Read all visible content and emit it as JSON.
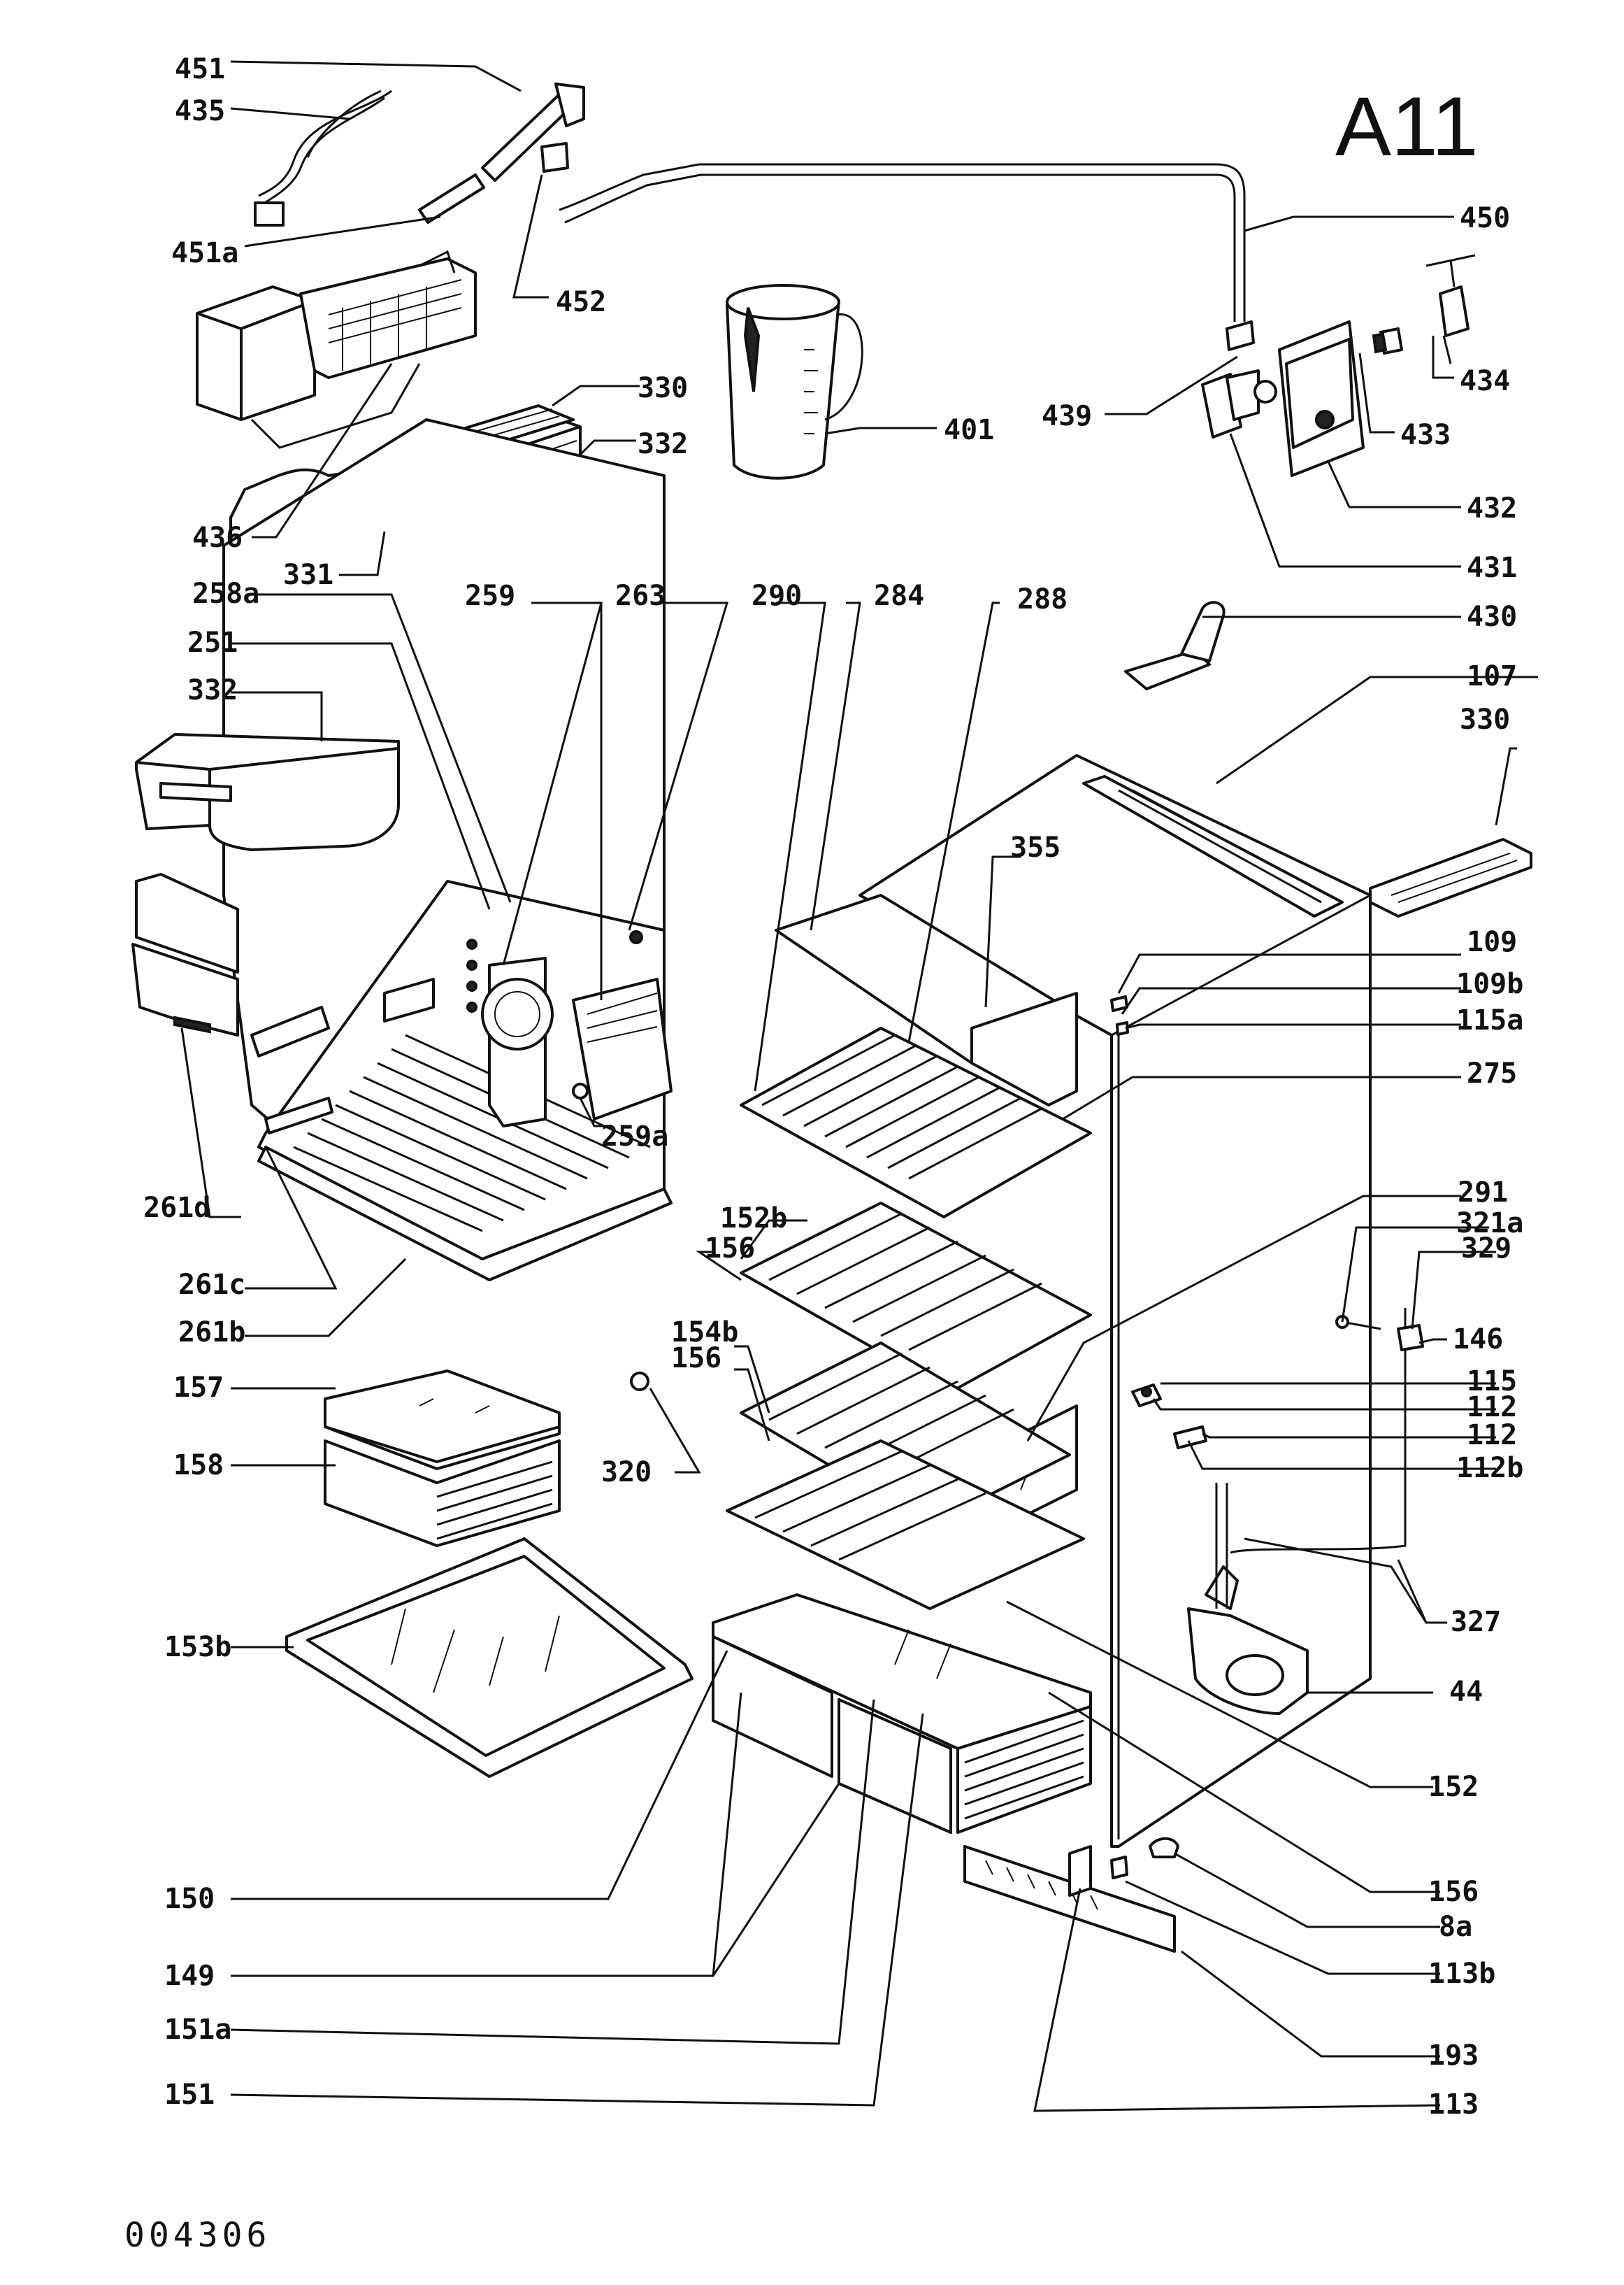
{
  "sheet_id": "A11",
  "document_number": "004306",
  "callouts": {
    "c451": "451",
    "c435": "435",
    "c451a": "451a",
    "c452": "452",
    "c450": "450",
    "c434": "434",
    "c439": "439",
    "c433": "433",
    "c401": "401",
    "c330a": "330",
    "c332a": "332",
    "c436": "436",
    "c331": "331",
    "c432": "432",
    "c431": "431",
    "c258a": "258a",
    "c259": "259",
    "c263": "263",
    "c290": "290",
    "c284": "284",
    "c288": "288",
    "c430": "430",
    "c251": "251",
    "c107": "107",
    "c332b": "332",
    "c330b": "330",
    "c355": "355",
    "c109": "109",
    "c109b": "109b",
    "c115a": "115a",
    "c275": "275",
    "c259a": "259a",
    "c261d": "261d",
    "c291": "291",
    "c321a": "321a",
    "c329": "329",
    "c152b": "152b",
    "c156a": "156",
    "c261c": "261c",
    "c261b": "261b",
    "c146": "146",
    "c154b": "154b",
    "c156b": "156",
    "c115": "115",
    "c112a": "112",
    "c157": "157",
    "c112b": "112",
    "c112bb": "112b",
    "c158": "158",
    "c320": "320",
    "c327": "327",
    "c153b": "153b",
    "c44": "44",
    "c152": "152",
    "c150": "150",
    "c156c": "156",
    "c8a": "8a",
    "c149": "149",
    "c113b": "113b",
    "c151a": "151a",
    "c193": "193",
    "c151": "151",
    "c113": "113"
  }
}
